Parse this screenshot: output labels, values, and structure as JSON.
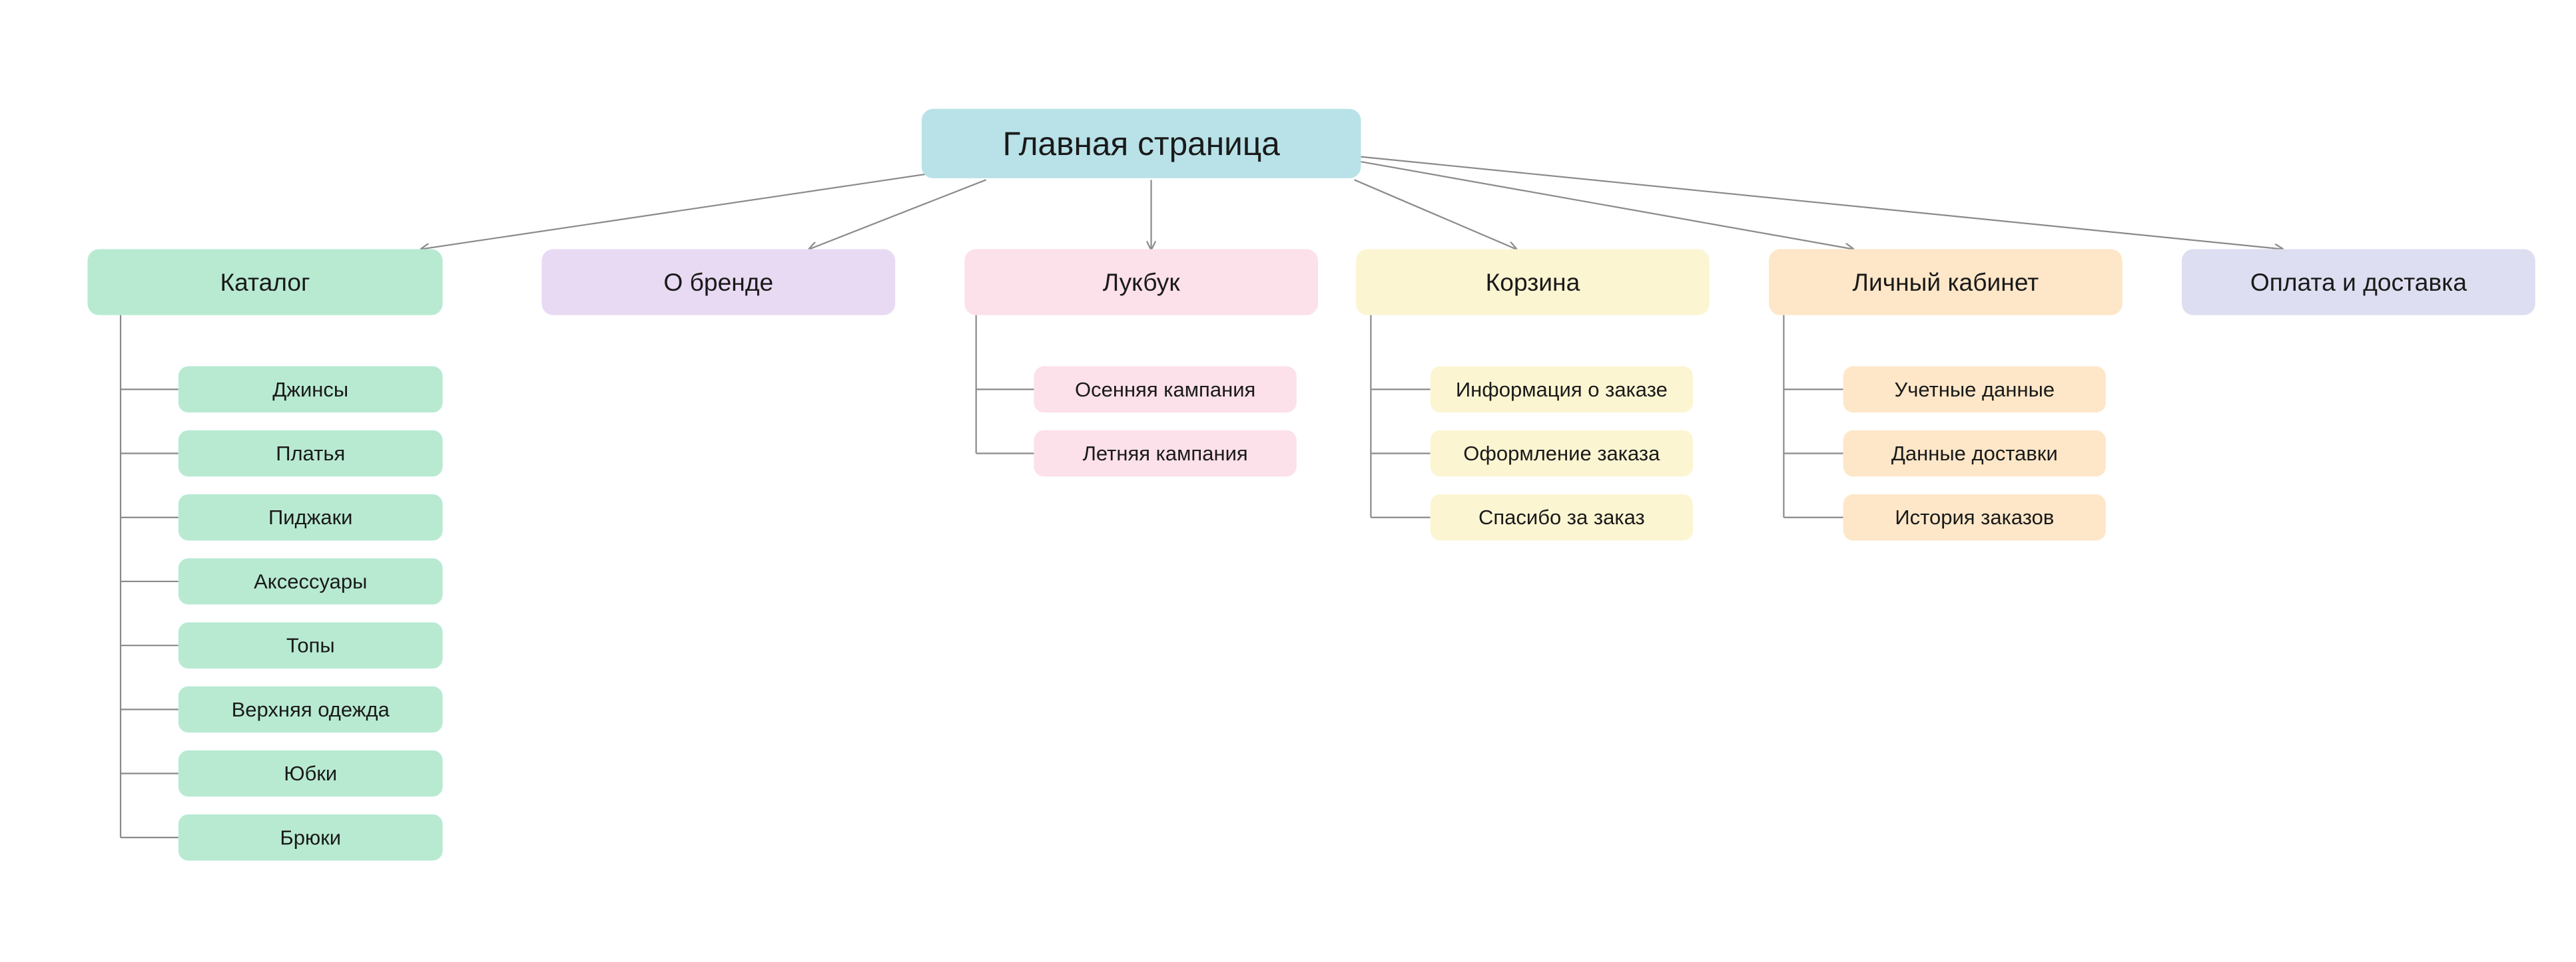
{
  "root": {
    "label": "Главная страница",
    "color": "#B8E2E8"
  },
  "sections": [
    {
      "id": "catalog",
      "label": "Каталог",
      "color": "#B8EAD2",
      "children": [
        "Джинсы",
        "Платья",
        "Пиджаки",
        "Аксессуары",
        "Топы",
        "Верхняя одежда",
        "Юбки",
        "Брюки"
      ]
    },
    {
      "id": "brand",
      "label": "О бренде",
      "color": "#E8DAF3",
      "children": []
    },
    {
      "id": "lookbook",
      "label": "Лукбук",
      "color": "#FCE0EA",
      "children": [
        "Осенняя кампания",
        "Летняя кампания"
      ]
    },
    {
      "id": "cart",
      "label": "Корзина",
      "color": "#FCF5D2",
      "children": [
        "Информация о заказе",
        "Оформление заказа",
        "Спасибо за заказ"
      ]
    },
    {
      "id": "account",
      "label": "Личный кабинет",
      "color": "#FDE7C8",
      "children": [
        "Учетные данные",
        "Данные доставки",
        "История заказов"
      ]
    },
    {
      "id": "payment",
      "label": "Оплата и доставка",
      "color": "#DEDEF2",
      "children": []
    }
  ],
  "line_color": "#8A8A8A"
}
